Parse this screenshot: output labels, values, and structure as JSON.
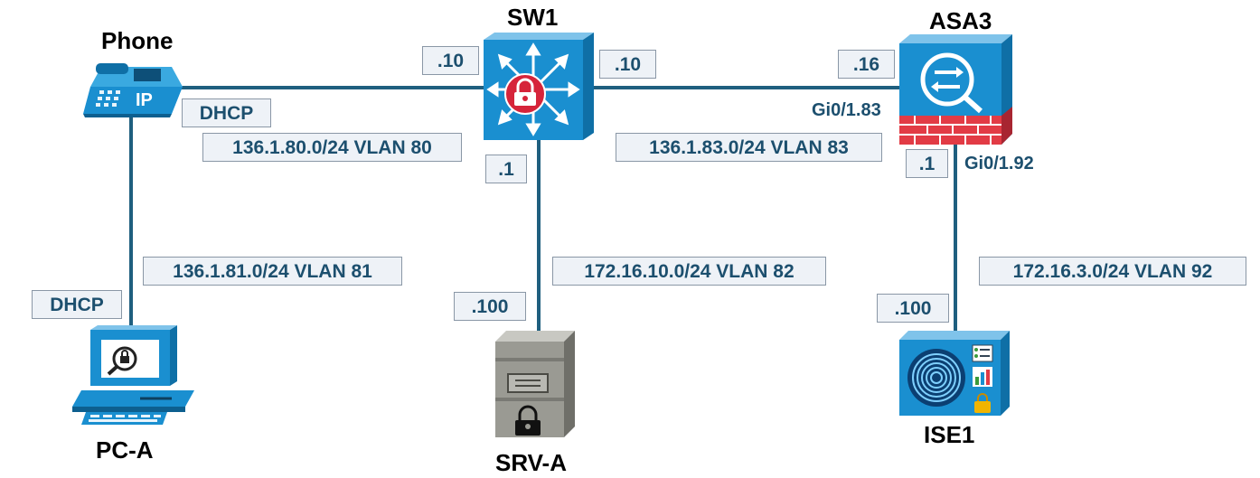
{
  "nodes": {
    "phone": "Phone",
    "sw1": "SW1",
    "asa3": "ASA3",
    "pc_a": "PC-A",
    "srv_a": "SRV-A",
    "ise1": "ISE1",
    "phone_badge": "IP"
  },
  "addresses": {
    "phone_sw1_vlan": "136.1.80.0/24 VLAN 80",
    "phone_dhcp": "DHCP",
    "sw1_vlan80_ip": ".10",
    "sw1_vlan83_ip": ".10",
    "asa3_vlan83_ip": ".16",
    "asa3_vlan83_if": "Gi0/1.83",
    "sw1_asa3_vlan": "136.1.83.0/24 VLAN 83",
    "sw1_vlan82_ip": ".1",
    "srv_vlan": "172.16.10.0/24 VLAN 82",
    "srv_ip": ".100",
    "pc_vlan": "136.1.81.0/24 VLAN 81",
    "pc_dhcp": "DHCP",
    "asa3_vlan92_ip": ".1",
    "asa3_vlan92_if": "Gi0/1.92",
    "ise_vlan": "172.16.3.0/24 VLAN 92",
    "ise_ip": ".100"
  },
  "colors": {
    "link": "#1f5f7f",
    "label_text": "#1c4f6e",
    "label_bg": "#eef2f7",
    "device_blue": "#1a8fd0",
    "firewall_red": "#e23b45",
    "server_gray": "#8c8c86"
  }
}
